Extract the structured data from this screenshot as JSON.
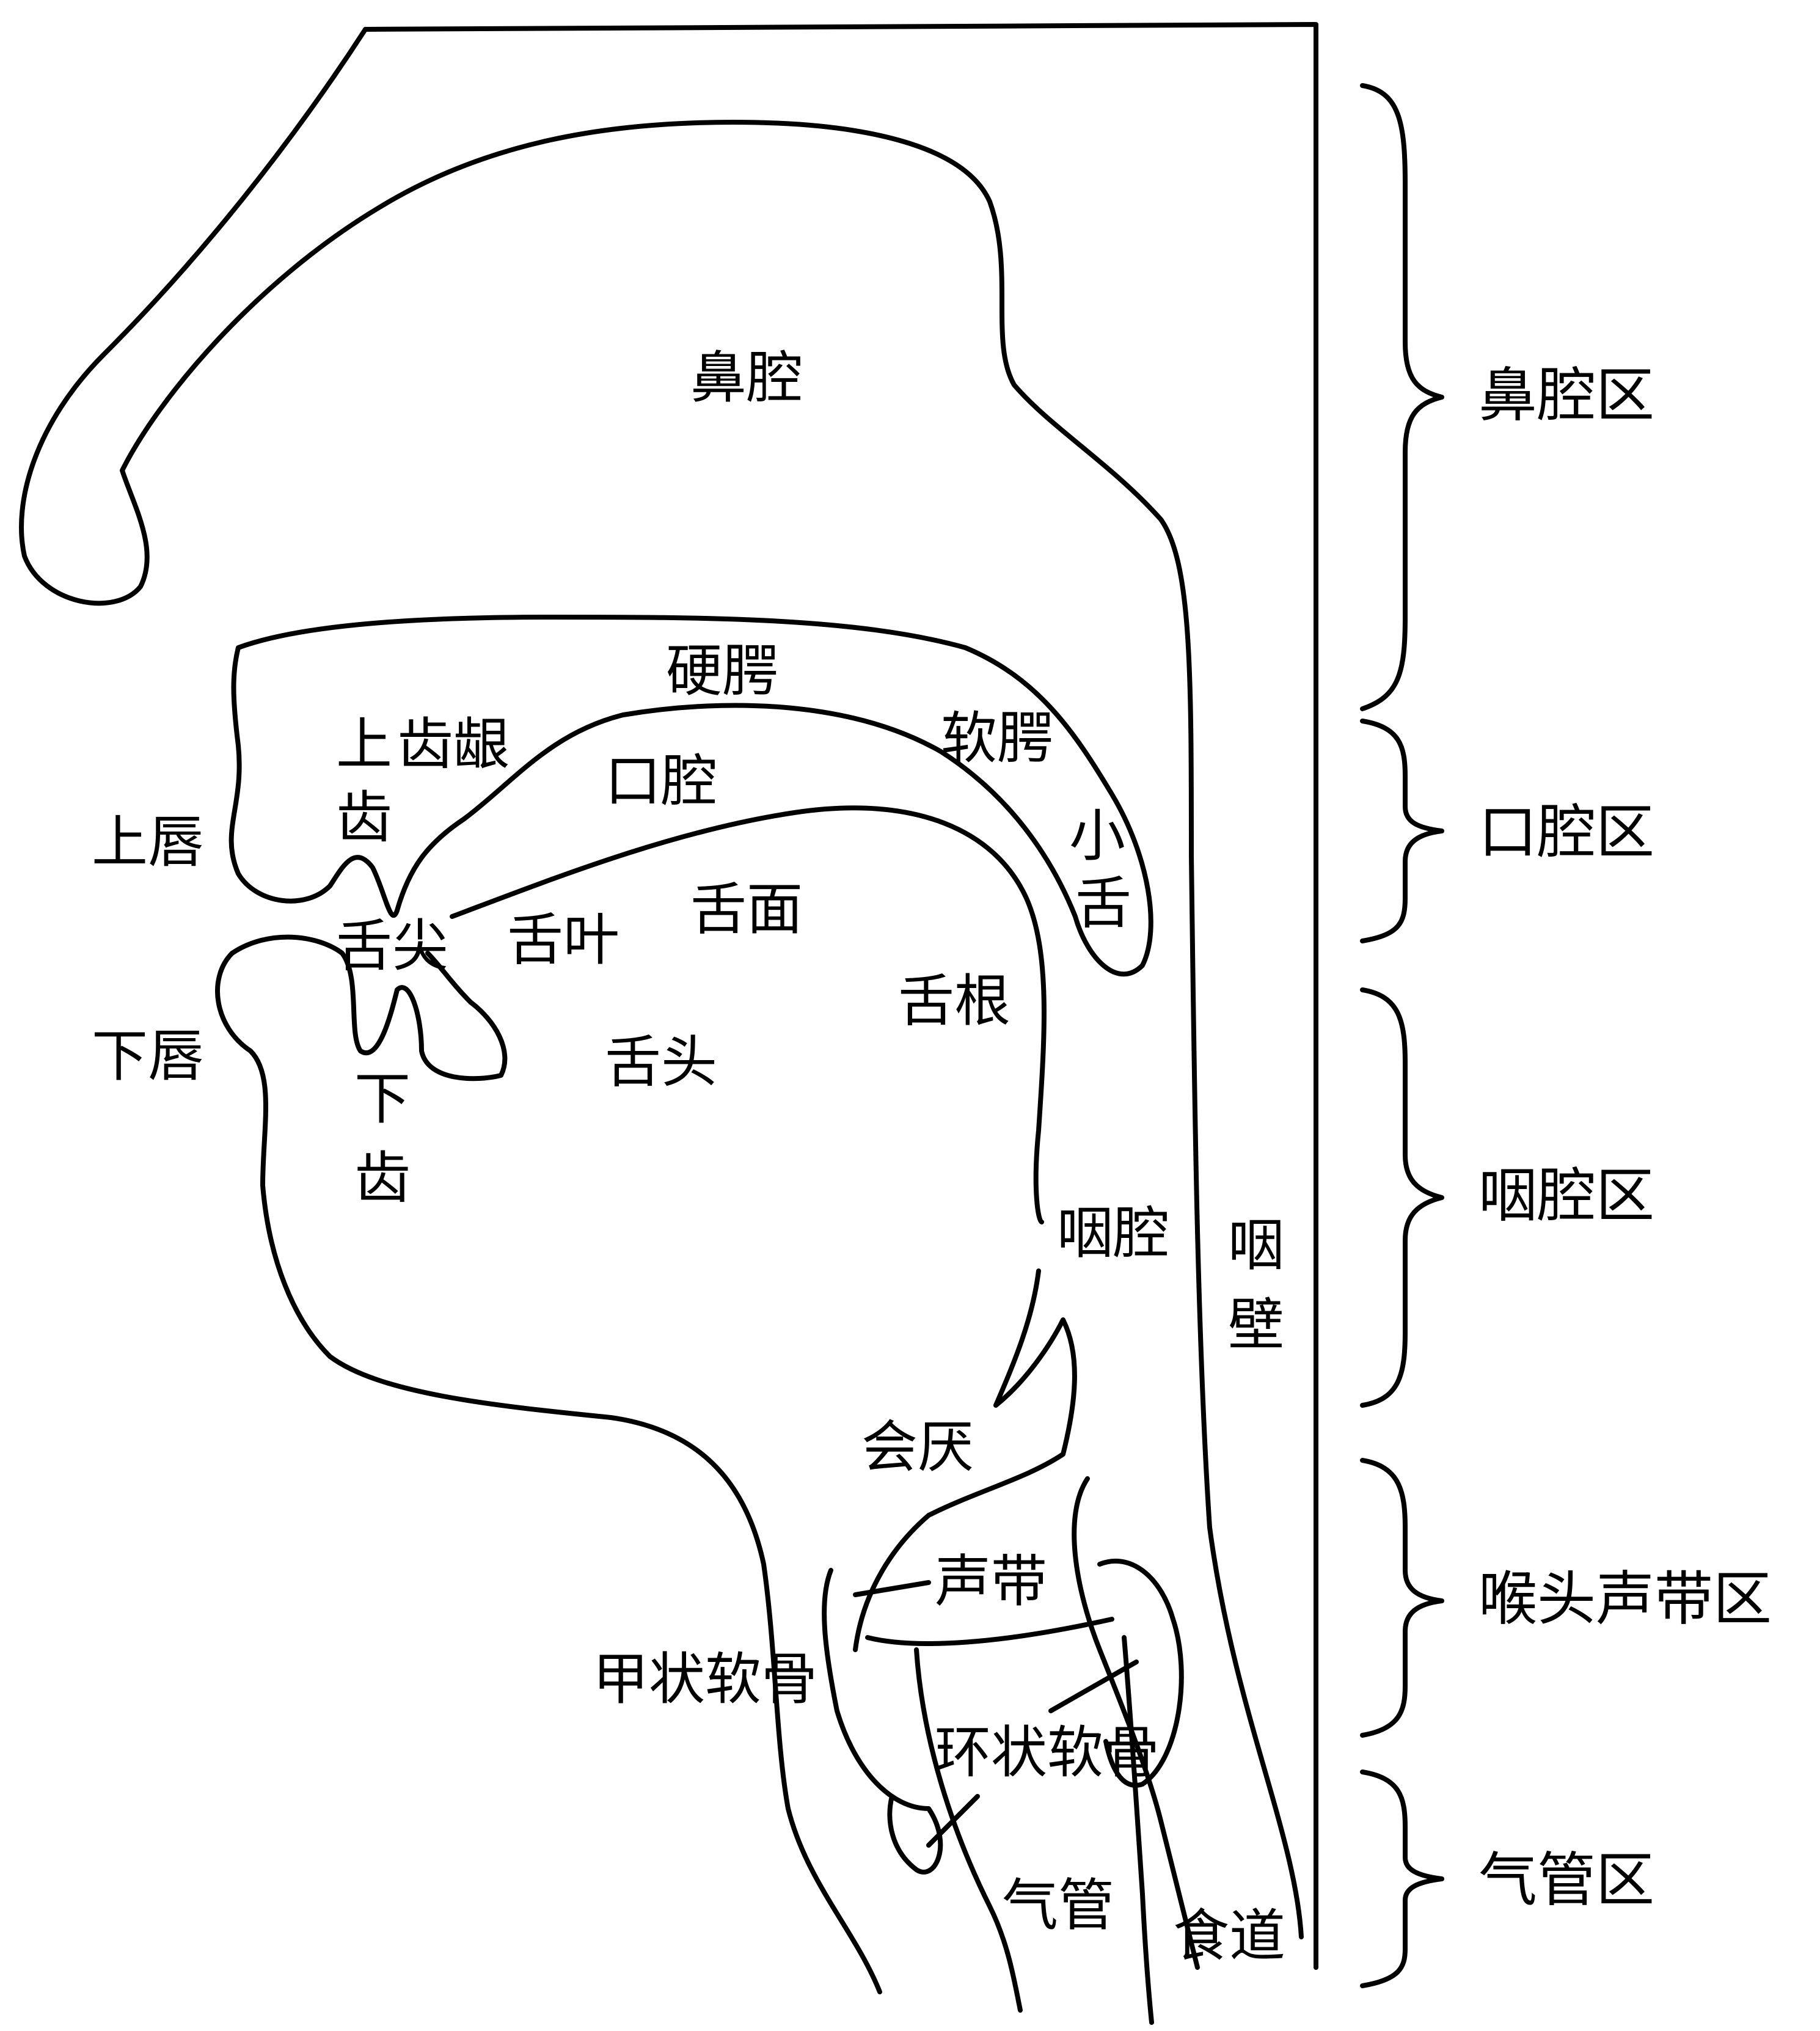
{
  "diagram": {
    "labels": {
      "nasal_cavity": "鼻腔",
      "hard_palate": "硬腭",
      "soft_palate": "软腭",
      "upper_teeth_1": "上",
      "upper_teeth_2": "齿",
      "alveolar": "齿龈",
      "oral_cavity": "口腔",
      "uvula_1": "小",
      "uvula_2": "舌",
      "upper_lip": "上唇",
      "tongue_tip": "舌尖",
      "tongue_blade": "舌叶",
      "tongue_surface": "舌面",
      "tongue_root": "舌根",
      "lower_lip": "下唇",
      "tongue_body": "舌头",
      "lower_teeth_1": "下",
      "lower_teeth_2": "齿",
      "pharynx": "咽腔",
      "pharyngeal_wall_1": "咽",
      "pharyngeal_wall_2": "壁",
      "epiglottis": "会厌",
      "vocal_cords": "声带",
      "thyroid_cartilage": "甲状软骨",
      "cricoid_cartilage": "环状软骨",
      "trachea": "气管",
      "esophagus": "食道"
    },
    "regions": {
      "nasal": "鼻腔区",
      "oral": "口腔区",
      "pharyngeal": "咽腔区",
      "laryngeal": "喉头声带区",
      "tracheal": "气管区"
    }
  }
}
